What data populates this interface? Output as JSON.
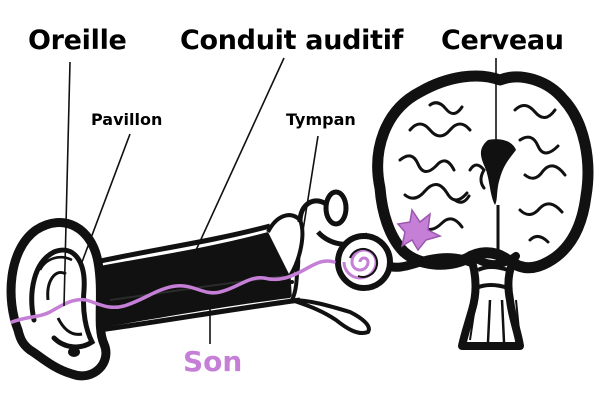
{
  "labels": {
    "oreille": "Oreille",
    "conduit": "Conduit auditif",
    "cerveau": "Cerveau",
    "pavillon": "Pavillon",
    "tympan": "Tympan",
    "son": "Son"
  },
  "colors": {
    "ink": "#111111",
    "sound": "#c57fd6",
    "background": "#ffffff"
  },
  "icons": {
    "ear": "outer-ear-icon",
    "brain": "brain-icon",
    "cochlea": "cochlea-icon"
  }
}
